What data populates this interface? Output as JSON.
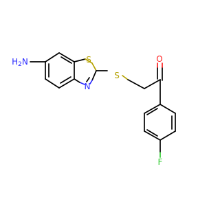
{
  "molecule": {
    "atoms": {
      "amine": {
        "label": "H2N",
        "color": "#2a2aff"
      },
      "thiazole_s": {
        "label": "S",
        "color": "#b5a200"
      },
      "thioether_s": {
        "label": "S",
        "color": "#b5a200"
      },
      "thiazole_n": {
        "label": "N",
        "color": "#2a2aff"
      },
      "carbonyl_o": {
        "label": "O",
        "color": "#ff2020"
      },
      "fluorine": {
        "label": "F",
        "color": "#33cc33"
      }
    }
  }
}
